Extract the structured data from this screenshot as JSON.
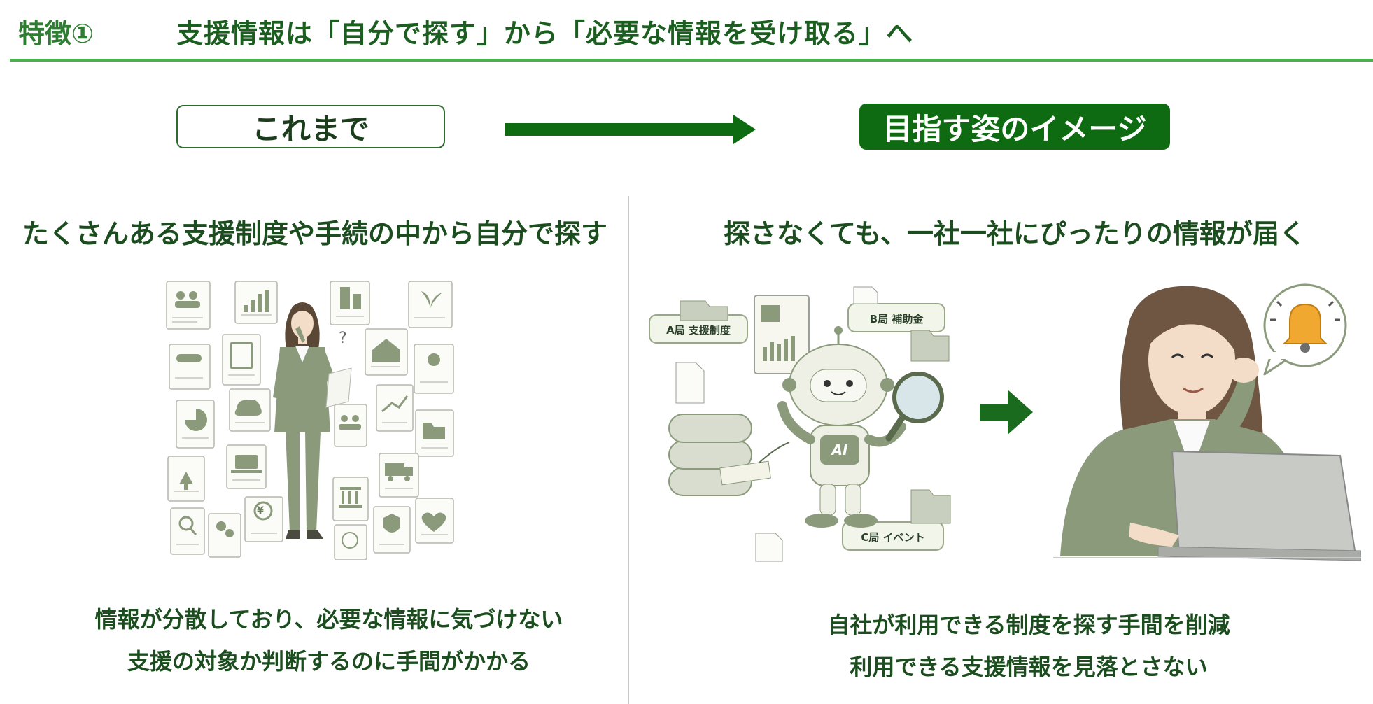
{
  "header": {
    "feature_no": "特徴①",
    "title": "支援情報は「自分で探す」から「必要な情報を受け取る」へ"
  },
  "tags": {
    "before": "これまで",
    "after": "目指す姿のイメージ"
  },
  "left": {
    "heading": "たくさんある支援制度や手続の中から自分で探す",
    "point1": "情報が分散しており、必要な情報に気づけない",
    "point2": "支援の対象か判断するのに手間がかかる"
  },
  "right": {
    "heading": "探さなくても、一社一社にぴったりの情報が届く",
    "label_a": "A局 支援制度",
    "label_b": "B局 補助金",
    "label_c": "C局 イベント",
    "robot_badge": "AI",
    "point1": "自社が利用できる制度を探す手間を削減",
    "point2": "利用できる支援情報を見落とさない"
  },
  "colors": {
    "accent": "#0e6b12",
    "rule": "#4caf50",
    "illustration": "#8a9a7b"
  }
}
